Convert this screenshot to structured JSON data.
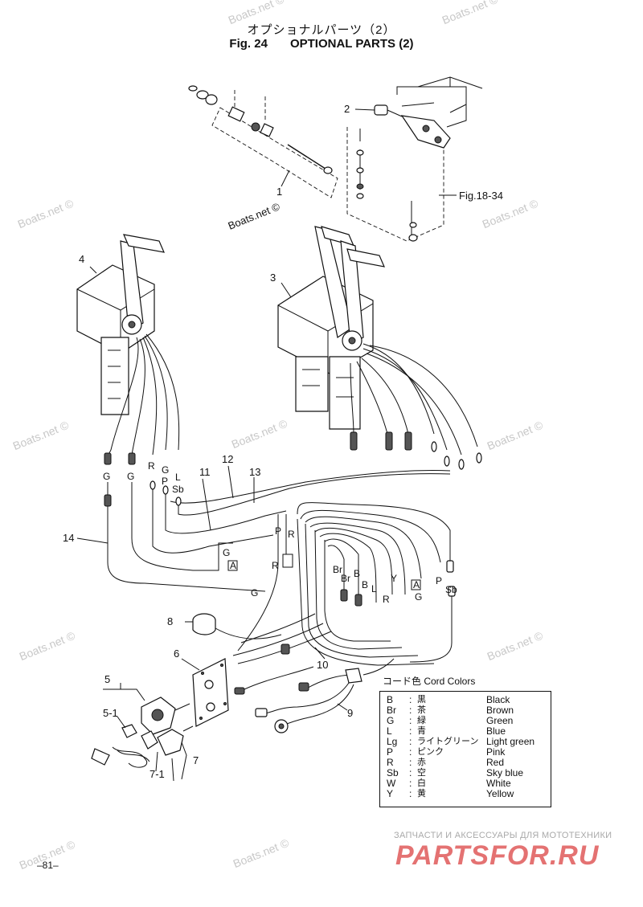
{
  "header": {
    "title_jp": "オプショナルパーツ（2）",
    "fig_label": "Fig. 24",
    "title_en": "OPTIONAL PARTS (2)"
  },
  "watermark": "Boats.net ©",
  "ref_label": "Fig.18-34",
  "callouts": {
    "c1": "1",
    "c2": "2",
    "c3": "3",
    "c4": "4",
    "c5": "5",
    "c5_1": "5-1",
    "c6": "6",
    "c7": "7",
    "c7_1": "7-1",
    "c8": "8",
    "c9": "9",
    "c10": "10",
    "c11": "11",
    "c12": "12",
    "c13": "13",
    "c14": "14"
  },
  "wire_codes": {
    "g1": "G",
    "g2": "G",
    "r1": "R",
    "g3": "G",
    "p1": "P",
    "l1": "L",
    "sb1": "Sb",
    "g4": "G",
    "a1": "A",
    "p2": "P",
    "r2": "R",
    "r3": "R",
    "g5": "G",
    "br1": "Br",
    "br2": "Br",
    "b1": "B",
    "b2": "B",
    "l2": "L",
    "r4": "R",
    "y1": "Y",
    "a2": "A",
    "g6": "G",
    "p3": "P",
    "sb2": "Sb"
  },
  "cord_colors": {
    "title": "コード色  Cord Colors",
    "rows": [
      {
        "code": "B",
        "jp": "黒",
        "en": "Black"
      },
      {
        "code": "Br",
        "jp": "茶",
        "en": "Brown"
      },
      {
        "code": "G",
        "jp": "緑",
        "en": "Green"
      },
      {
        "code": "L",
        "jp": "青",
        "en": "Blue"
      },
      {
        "code": "Lg",
        "jp": "ライトグリーン",
        "en": "Light green"
      },
      {
        "code": "P",
        "jp": "ピンク",
        "en": "Pink"
      },
      {
        "code": "R",
        "jp": "赤",
        "en": "Red"
      },
      {
        "code": "Sb",
        "jp": "空",
        "en": "Sky blue"
      },
      {
        "code": "W",
        "jp": "白",
        "en": "White"
      },
      {
        "code": "Y",
        "jp": "黄",
        "en": "Yellow"
      }
    ]
  },
  "footer": {
    "page_number": "–81–",
    "slogan": "ЗАПЧАСТИ И АКСЕССУАРЫ ДЛЯ МОТОТЕХНИКИ",
    "logo": "PARTSFOR.RU"
  }
}
